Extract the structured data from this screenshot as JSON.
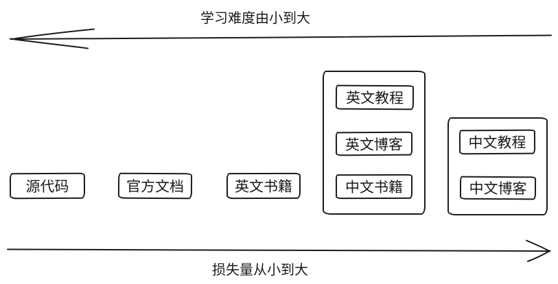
{
  "diagram": {
    "top_arrow": {
      "label": "学习难度由小到大",
      "direction": "left"
    },
    "bottom_arrow": {
      "label": "损失量从小到大",
      "direction": "right"
    },
    "boxes": [
      {
        "label": "源代码"
      },
      {
        "label": "官方文档"
      },
      {
        "label": "英文书籍"
      }
    ],
    "groups": [
      {
        "items": [
          "英文教程",
          "英文博客",
          "中文书籍"
        ]
      },
      {
        "items": [
          "中文教程",
          "中文博客"
        ]
      }
    ],
    "colors": {
      "stroke": "#1a1a1a",
      "background": "#ffffff",
      "text": "#1a1a1a"
    }
  }
}
